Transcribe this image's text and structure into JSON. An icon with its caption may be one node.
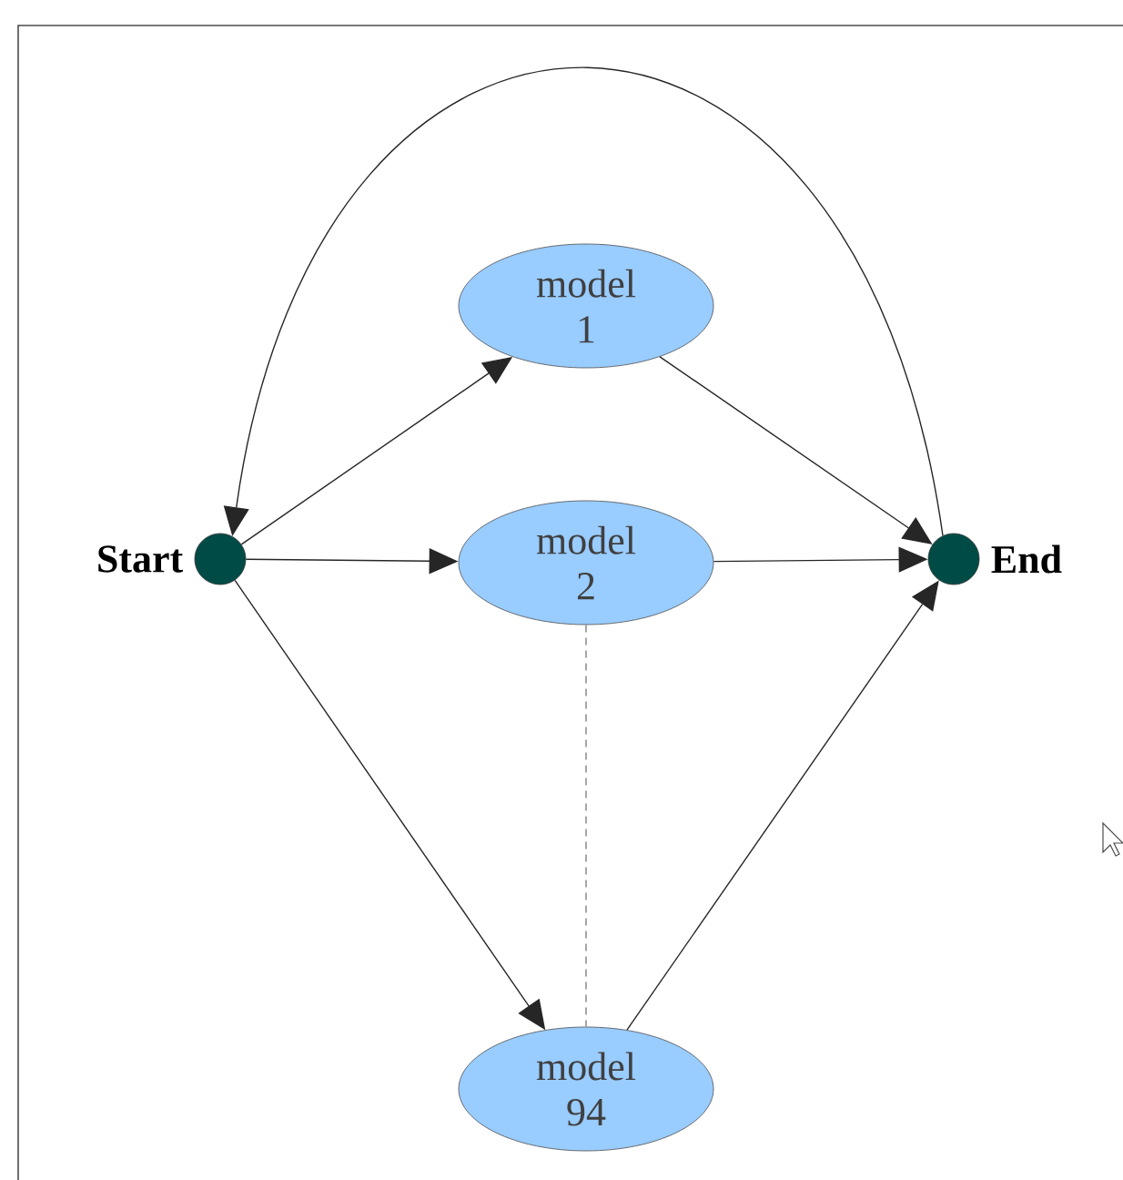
{
  "diagram": {
    "nodes": [
      {
        "text": [],
        "shape": "circle",
        "beside": [
          "Start"
        ]
      },
      {
        "text": [],
        "shape": "circle",
        "beside": [
          "End"
        ]
      },
      {
        "text": [
          "model 1"
        ]
      },
      {
        "text": [
          "model 2"
        ]
      },
      {
        "text": [
          "model 94"
        ]
      }
    ],
    "edges": [
      {
        "from": 0,
        "to": 2,
        "arrow": "to"
      },
      {
        "from": 0,
        "to": 3,
        "arrow": "to"
      },
      {
        "from": 0,
        "to": 4,
        "arrow": "to"
      },
      {
        "from": 2,
        "to": 1,
        "arrow": "to"
      },
      {
        "from": 3,
        "to": 1,
        "arrow": "to"
      },
      {
        "from": 4,
        "to": 1,
        "arrow": "to"
      },
      {
        "from": 1,
        "to": 0,
        "arrow": "to"
      },
      {
        "from": 3,
        "to": 4,
        "arrow": "none",
        "style": "dashed",
        "color": "#808080"
      }
    ]
  }
}
